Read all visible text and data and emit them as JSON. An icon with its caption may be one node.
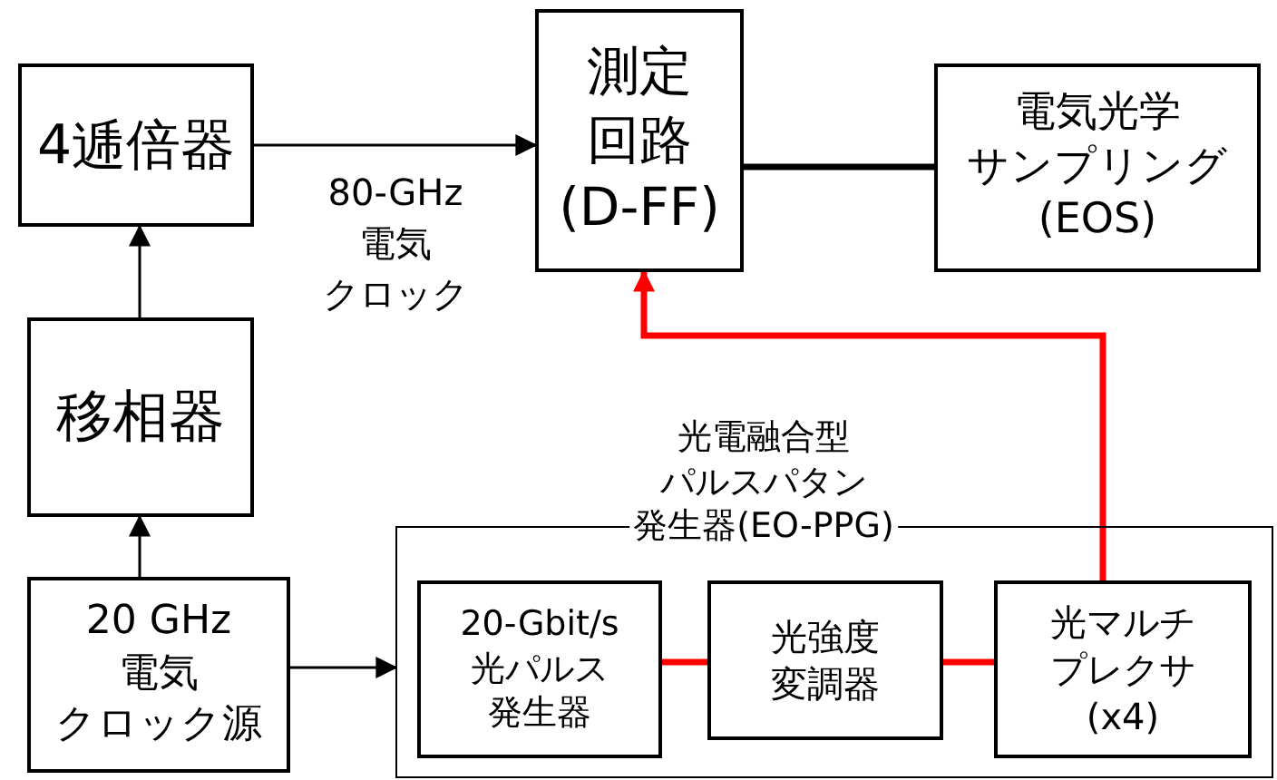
{
  "diagram": {
    "nodes": [
      {
        "text": [
          "4逓倍器"
        ]
      },
      {
        "text": [
          "測定回路(D-FF)"
        ]
      },
      {
        "text": [
          "電気光学サンプリング(EOS)"
        ]
      },
      {
        "text": [
          "移相器"
        ]
      },
      {
        "text": [
          "20 GHz電気クロック源"
        ]
      },
      {
        "text": [
          "光電融合型パルスパタン発生器(EO-PPG)"
        ]
      },
      {
        "text": [
          "20-Gbit/s光パルス発生器"
        ],
        "in": 5
      },
      {
        "text": [
          "光強度変調器"
        ],
        "in": 5
      },
      {
        "text": [
          "光マルチプレクサ(x4)"
        ],
        "in": 5
      }
    ],
    "edges": [
      {
        "from": 0,
        "to": 1,
        "arrow": "to",
        "label": "80-GHz電気クロック"
      },
      {
        "from": 1,
        "to": 2,
        "arrow": "none",
        "style": "thick"
      },
      {
        "from": 3,
        "to": 0,
        "arrow": "to"
      },
      {
        "from": 4,
        "to": 3,
        "arrow": "to"
      },
      {
        "from": 4,
        "to": 5,
        "arrow": "to"
      },
      {
        "from": 6,
        "to": 7,
        "arrow": "none",
        "style": "thick",
        "color": "#ff0000"
      },
      {
        "from": 7,
        "to": 8,
        "arrow": "none",
        "style": "thick",
        "color": "#ff0000"
      },
      {
        "from": 8,
        "to": 1,
        "arrow": "to",
        "style": "thick",
        "color": "#ff0000"
      }
    ]
  }
}
